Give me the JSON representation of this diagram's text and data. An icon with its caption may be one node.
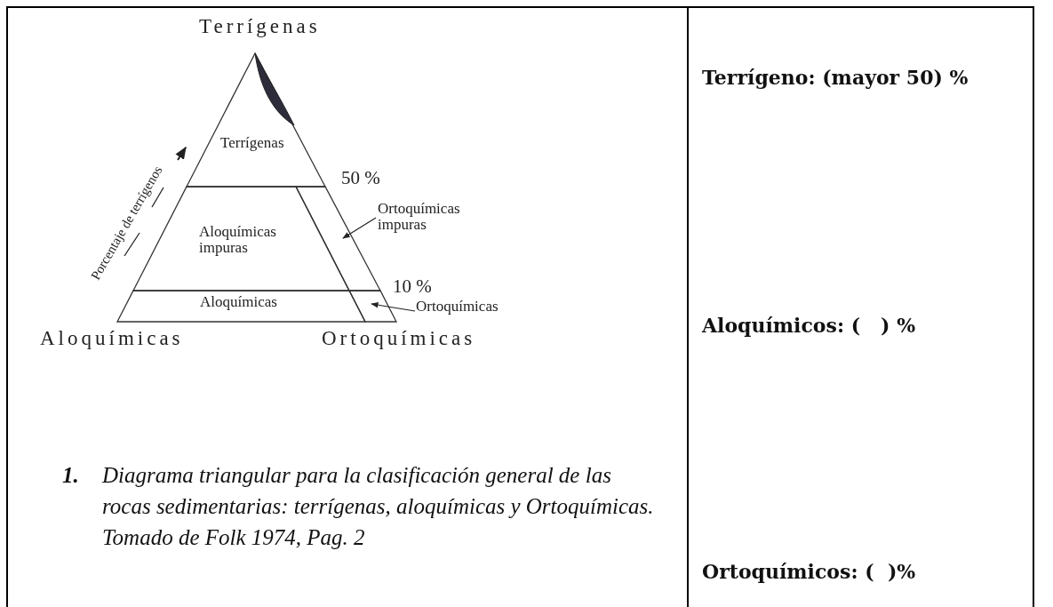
{
  "diagram": {
    "caption": "Diagrama triangular para la clasificación general de las rocas sedimentarias: terrígenas, aloquímicas y Ortoquímicas. Tomado de Folk 1974, Pag. 2",
    "nodes": [
      {
        "text": [
          "Terrígenas"
        ]
      },
      {
        "text": [
          "Aloquímicas impuras"
        ]
      },
      {
        "text": [],
        "shape": "box"
      },
      {
        "text": [
          "Aloquímicas"
        ]
      },
      {
        "text": [],
        "shape": "box"
      },
      {
        "text": [
          "Ortoquímicas impuras"
        ]
      },
      {
        "text": [
          "Ortoquímicas"
        ]
      }
    ],
    "edges": [
      {
        "from": 5,
        "to": 2,
        "arrow": "to"
      },
      {
        "from": 6,
        "to": 4,
        "arrow": "to"
      }
    ],
    "labels": [
      "Terrígenas",
      "Porcentaje de terrígenos",
      "50 %",
      "10 %",
      "Aloquímicas",
      "Ortoquímicas",
      "1.",
      "Terrígeno: (mayor 50) %",
      "Aloquímicos: (   ) %",
      "Ortoquímicos: (  )%"
    ]
  }
}
